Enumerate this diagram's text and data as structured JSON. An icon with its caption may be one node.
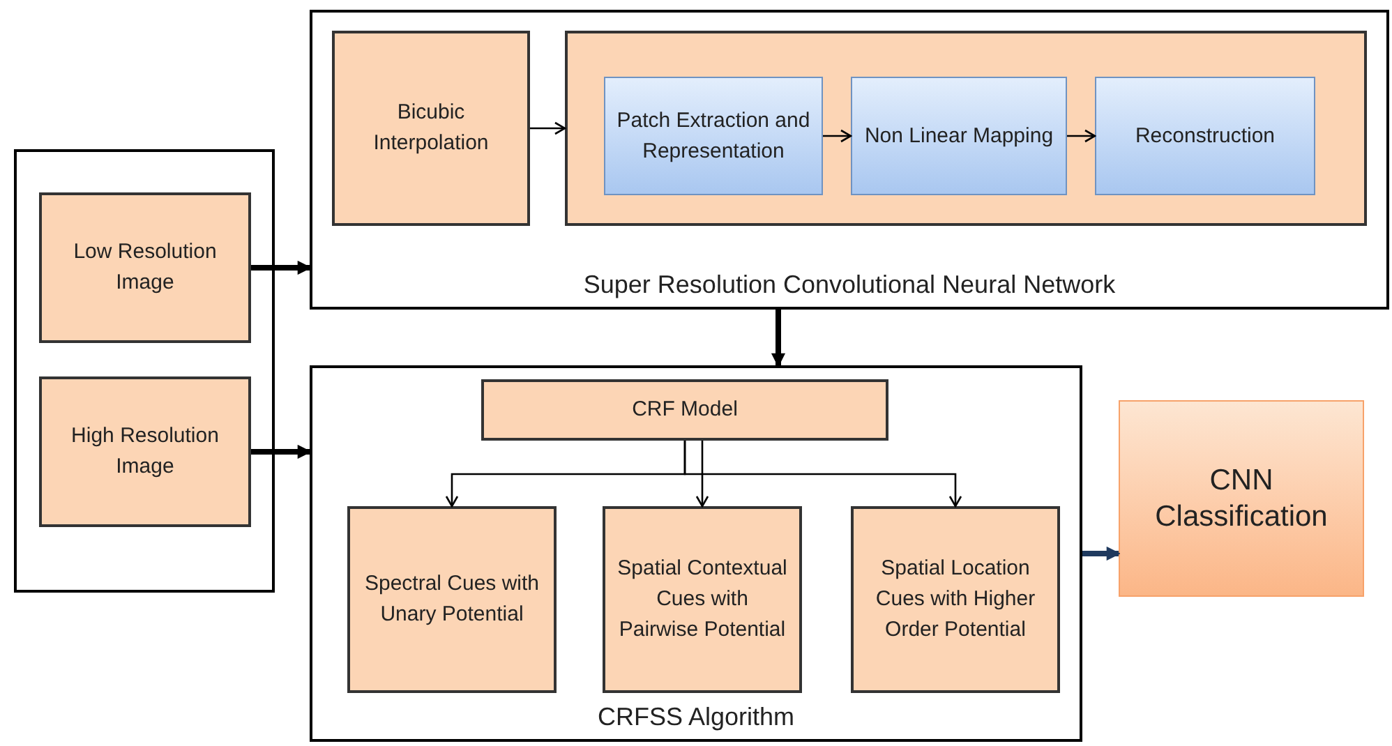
{
  "diagram": {
    "nodes": [
      {
        "text": [],
        "shape": "box"
      },
      {
        "text": [
          "Low Resolution Image"
        ],
        "in": 0
      },
      {
        "text": [
          "High Resolution Image"
        ],
        "in": 0
      },
      {
        "text": [
          "Super Resolution Convolutional Neural Network"
        ]
      },
      {
        "text": [
          "Bicubic Interpolation"
        ],
        "in": 3
      },
      {
        "text": [],
        "shape": "box",
        "in": 3
      },
      {
        "text": [
          "Patch Extraction and Representation"
        ],
        "in": 5
      },
      {
        "text": [
          "Non Linear Mapping"
        ],
        "in": 5
      },
      {
        "text": [
          "Reconstruction"
        ],
        "in": 5
      },
      {
        "text": [
          "CRFSS Algorithm"
        ]
      },
      {
        "text": [
          "CRF Model"
        ],
        "in": 9
      },
      {
        "text": [
          "Spectral Cues with Unary Potential"
        ],
        "in": 9
      },
      {
        "text": [
          "Spatial Contextual Cues with Pairwise Potential"
        ],
        "in": 9
      },
      {
        "text": [
          "Spatial Location Cues with Higher Order Potential"
        ],
        "in": 9
      },
      {
        "text": [
          "CNN Classification"
        ]
      }
    ],
    "edges": [
      {
        "from": 1,
        "to": 3,
        "arrow": "to",
        "style": "thick"
      },
      {
        "from": 2,
        "to": 9,
        "arrow": "to",
        "style": "thick"
      },
      {
        "from": 4,
        "to": 5,
        "arrow": "to"
      },
      {
        "from": 6,
        "to": 7,
        "arrow": "to"
      },
      {
        "from": 7,
        "to": 8,
        "arrow": "to"
      },
      {
        "from": 3,
        "to": 9,
        "arrow": "to",
        "style": "thick"
      },
      {
        "from": 10,
        "to": 11,
        "arrow": "to"
      },
      {
        "from": 10,
        "to": 12,
        "arrow": "to"
      },
      {
        "from": 10,
        "to": 13,
        "arrow": "to"
      },
      {
        "from": 9,
        "to": 14,
        "arrow": "to",
        "style": "thick",
        "color": "#1f3a5f"
      }
    ]
  }
}
